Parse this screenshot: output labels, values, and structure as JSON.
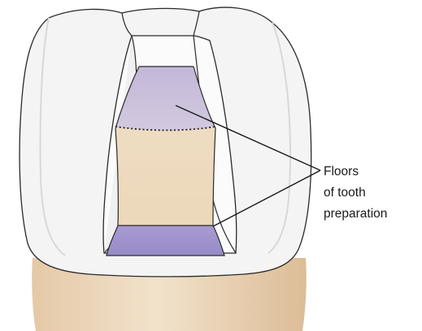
{
  "labels": {
    "line1": "Floors",
    "line2": "of tooth",
    "line3": "preparation"
  },
  "colors": {
    "enamel": "#f3f3f4",
    "enamel_shadow": "#e2e2e5",
    "outline": "#2a2a2a",
    "root_light": "#efdcc4",
    "root_dark": "#e1c39f",
    "dentin_wall": "#f1dfc6",
    "floor_upper": "#c9bfda",
    "floor_lower": "#9d90cc",
    "background": "#ffffff"
  },
  "icons": {
    "tooth": "tooth-crown-illustration"
  }
}
